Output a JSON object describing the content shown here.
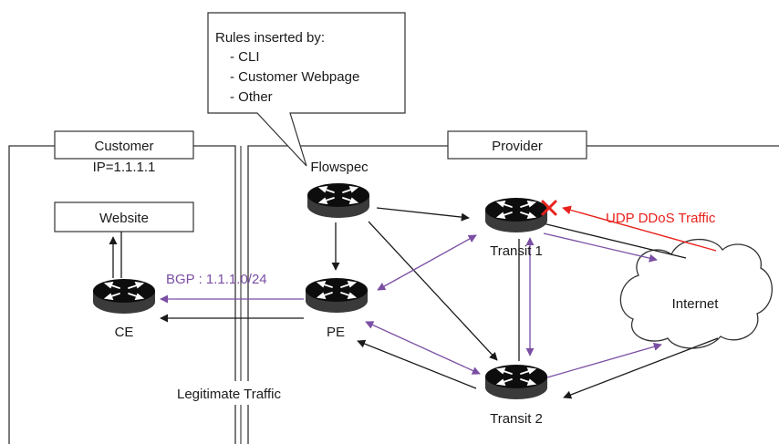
{
  "rules_box": {
    "heading": "Rules inserted by:",
    "items": [
      "- CLI",
      "- Customer Webpage",
      "- Other"
    ]
  },
  "zones": {
    "customer": "Customer",
    "provider": "Provider"
  },
  "nodes": {
    "flowspec": "Flowspec",
    "ip_label": "IP=1.1.1.1",
    "website": "Website",
    "ce": "CE",
    "pe": "PE",
    "transit1": "Transit 1",
    "transit2": "Transit 2",
    "internet": "Internet"
  },
  "labels": {
    "bgp": "BGP : 1.1.1.0/24",
    "ddos": "UDP DDoS Traffic",
    "legit": "Legitimate Traffic"
  },
  "colors": {
    "bgp_purple": "#7a4fa3",
    "ddos_red": "#e8211c",
    "router": "#0d0d0d",
    "line": "#1a1a1a"
  },
  "icons": {
    "router": "router-icon",
    "cloud": "cloud-icon",
    "block": "x-mark-icon"
  }
}
